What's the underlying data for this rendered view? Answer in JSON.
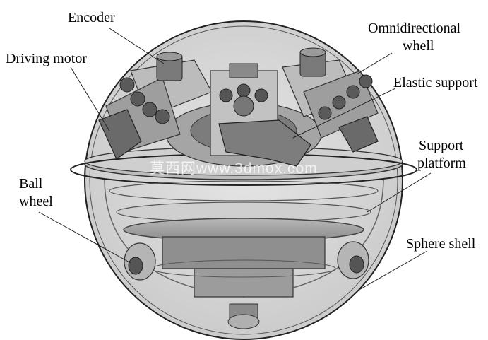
{
  "labels": {
    "encoder": "Encoder",
    "driving_motor": "Driving motor",
    "omni_line1": "Omnidirectional",
    "omni_line2": "whell",
    "elastic_support": "Elastic support",
    "support_line1": "Support",
    "support_line2": "platform",
    "ball_line1": "Ball",
    "ball_line2": "wheel",
    "sphere_shell": "Sphere shell"
  },
  "watermark": "莫西网www.3dmox.com",
  "colors": {
    "shell_fill": "#d9d9d9",
    "part_dark": "#6e6e6e",
    "part_mid": "#9a9a9a",
    "part_light": "#c4c4c4",
    "stroke": "#222222"
  }
}
